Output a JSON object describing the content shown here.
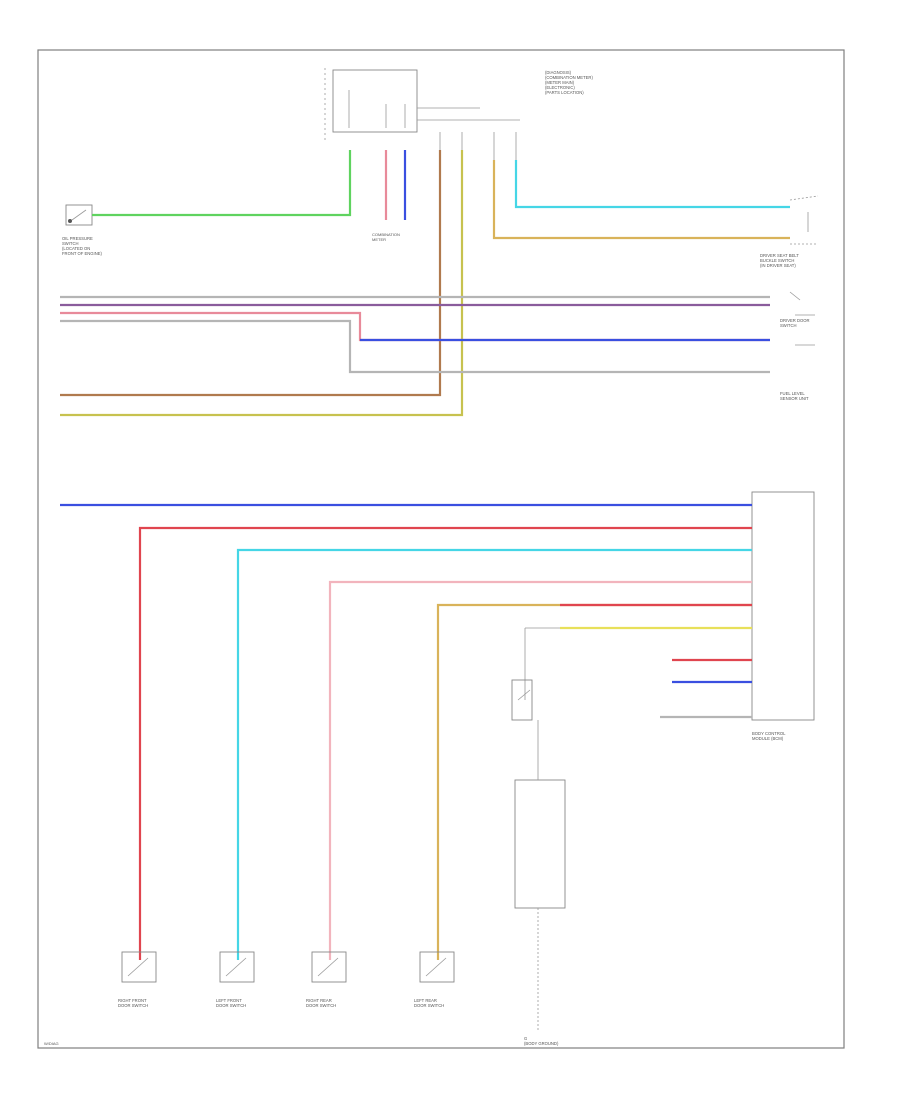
{
  "colors": {
    "green": "#5fd35f",
    "red": "#e0454f",
    "blue": "#3a4fe0",
    "cyan": "#45d6e6",
    "tan": "#d9b35a",
    "brown": "#b07a4e",
    "olive": "#c7c24f",
    "gray": "#b5b5b5",
    "pink": "#e88a9a",
    "yellow": "#e8e05a",
    "frame": "#7f7f7f"
  },
  "labels": {
    "oil_pressure_switch": "OIL PRESSURE\nSWITCH\n(LOCATED ON\nFRONT OF ENGINE)",
    "top_connector_note": "(DIAGNOSIS)\n(COMBINATION METER)\n(METER MAIN)\n(ELECTRONIC)\n(PARTS LOCATION)",
    "seat_belt_switch": "DRIVER SEAT BELT\nBUCKLE SWITCH\n(IN DRIVER SEAT)",
    "door_switch_text": "DRIVER DOOR\nSWITCH",
    "fuel_sender": "FUEL LEVEL\nSENSOR UNIT",
    "body_control": "BODY CONTROL\nMODULE (BCM)",
    "bottom_left_1": "RIGHT FRONT\nDOOR SWITCH",
    "bottom_left_2": "LEFT FRONT\nDOOR SWITCH",
    "bottom_left_3": "RIGHT REAR\nDOOR SWITCH",
    "bottom_left_4": "LEFT REAR\nDOOR SWITCH",
    "bottom_right": "G\n(BODY GROUND)",
    "bottom_corner": "W/DIAG"
  }
}
